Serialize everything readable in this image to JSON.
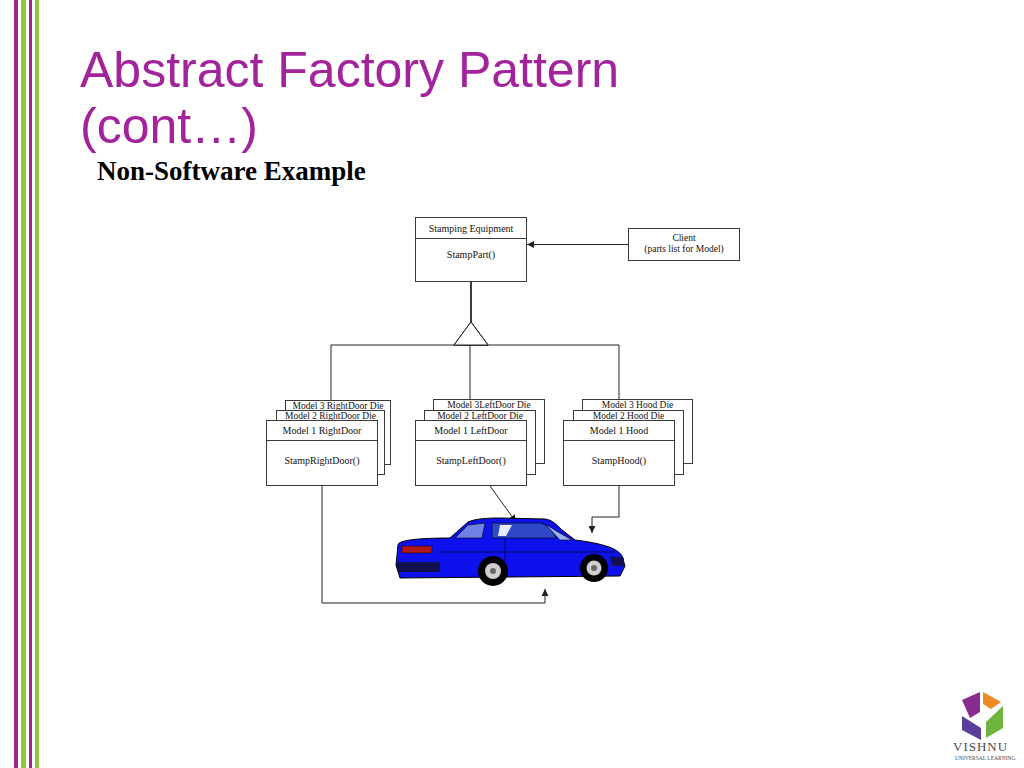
{
  "diagram": {
    "title": "Abstract Factory Pattern (cont…)",
    "nodes": [
      {
        "text": [
          "Stamping Equipment",
          "StampPart()"
        ]
      },
      {
        "text": [
          "Client",
          "(parts list for Model)"
        ]
      },
      {
        "text": [
          "Model 3 RightDoor Die"
        ]
      },
      {
        "text": [
          "Model 3LeftDoor Die"
        ]
      },
      {
        "text": [
          "Model 3 Hood Die"
        ]
      },
      {
        "text": [
          "Model 2 RightDoor Die"
        ]
      },
      {
        "text": [
          "Model 2 LeftDoor Die"
        ]
      },
      {
        "text": [
          "Model 2 Hood Die"
        ]
      },
      {
        "text": [
          "Model 1 RightDoor",
          "StampRightDoor()"
        ]
      },
      {
        "text": [
          "Model 1 LeftDoor",
          "StampLeftDoor()"
        ]
      },
      {
        "text": [
          "Model 1 Hood",
          "StampHood()"
        ]
      }
    ],
    "edges": [
      {
        "from": 1,
        "to": 0,
        "arrow": "to"
      },
      {
        "from": 2,
        "to": 0,
        "arrow": "to"
      },
      {
        "from": 3,
        "to": 0,
        "arrow": "to"
      },
      {
        "from": 4,
        "to": 0,
        "arrow": "to"
      }
    ],
    "labels": [
      "Non-Software Example",
      "VISHNU",
      "UNIVERSAL LEARNING"
    ]
  }
}
